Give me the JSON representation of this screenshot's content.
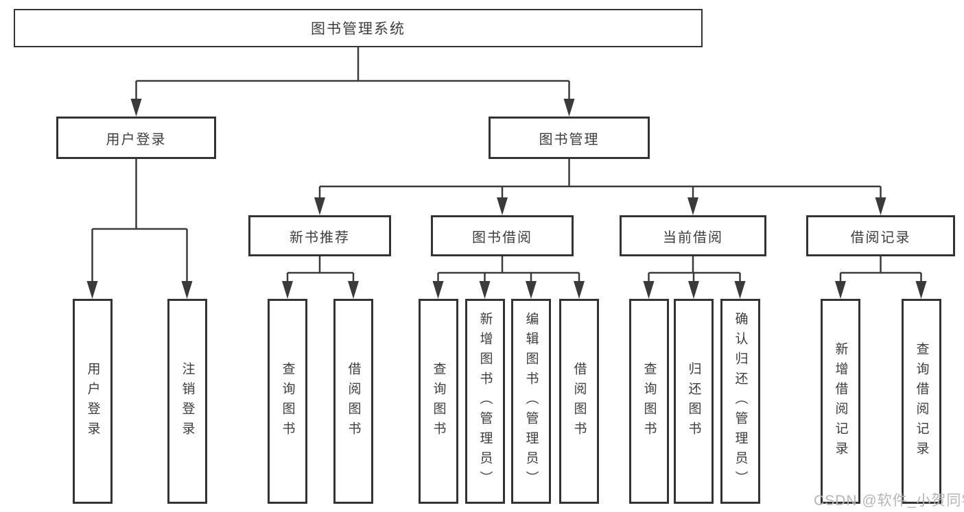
{
  "nodes": {
    "root": {
      "label": "图书管理系统"
    },
    "level2": [
      {
        "label": "用户登录"
      },
      {
        "label": "图书管理"
      }
    ],
    "level3": [
      {
        "label": "新书推荐",
        "parent": "图书管理"
      },
      {
        "label": "图书借阅",
        "parent": "图书管理"
      },
      {
        "label": "当前借阅",
        "parent": "图书管理"
      },
      {
        "label": "借阅记录",
        "parent": "图书管理"
      }
    ],
    "leaves": [
      {
        "label": "用户登录",
        "parent": "用户登录"
      },
      {
        "label": "注销登录",
        "parent": "用户登录"
      },
      {
        "label": "查询图书",
        "parent": "新书推荐"
      },
      {
        "label": "借阅图书",
        "parent": "新书推荐"
      },
      {
        "label": "查询图书",
        "parent": "图书借阅"
      },
      {
        "label": "新增图书（管理员）",
        "parent": "图书借阅"
      },
      {
        "label": "编辑图书（管理员）",
        "parent": "图书借阅"
      },
      {
        "label": "借阅图书",
        "parent": "图书借阅"
      },
      {
        "label": "查询图书",
        "parent": "当前借阅"
      },
      {
        "label": "归还图书",
        "parent": "当前借阅"
      },
      {
        "label": "确认归还（管理员）",
        "parent": "当前借阅"
      },
      {
        "label": "新增借阅记录",
        "parent": "借阅记录"
      },
      {
        "label": "查询借阅记录",
        "parent": "借阅记录"
      }
    ]
  },
  "watermark": "CSDN @软件_小贺同学",
  "colors": {
    "line": "#3a3a3a",
    "box_border": "#333333",
    "text": "#3d3d3d",
    "watermark": "#b5b5b5",
    "background": "#ffffff"
  }
}
